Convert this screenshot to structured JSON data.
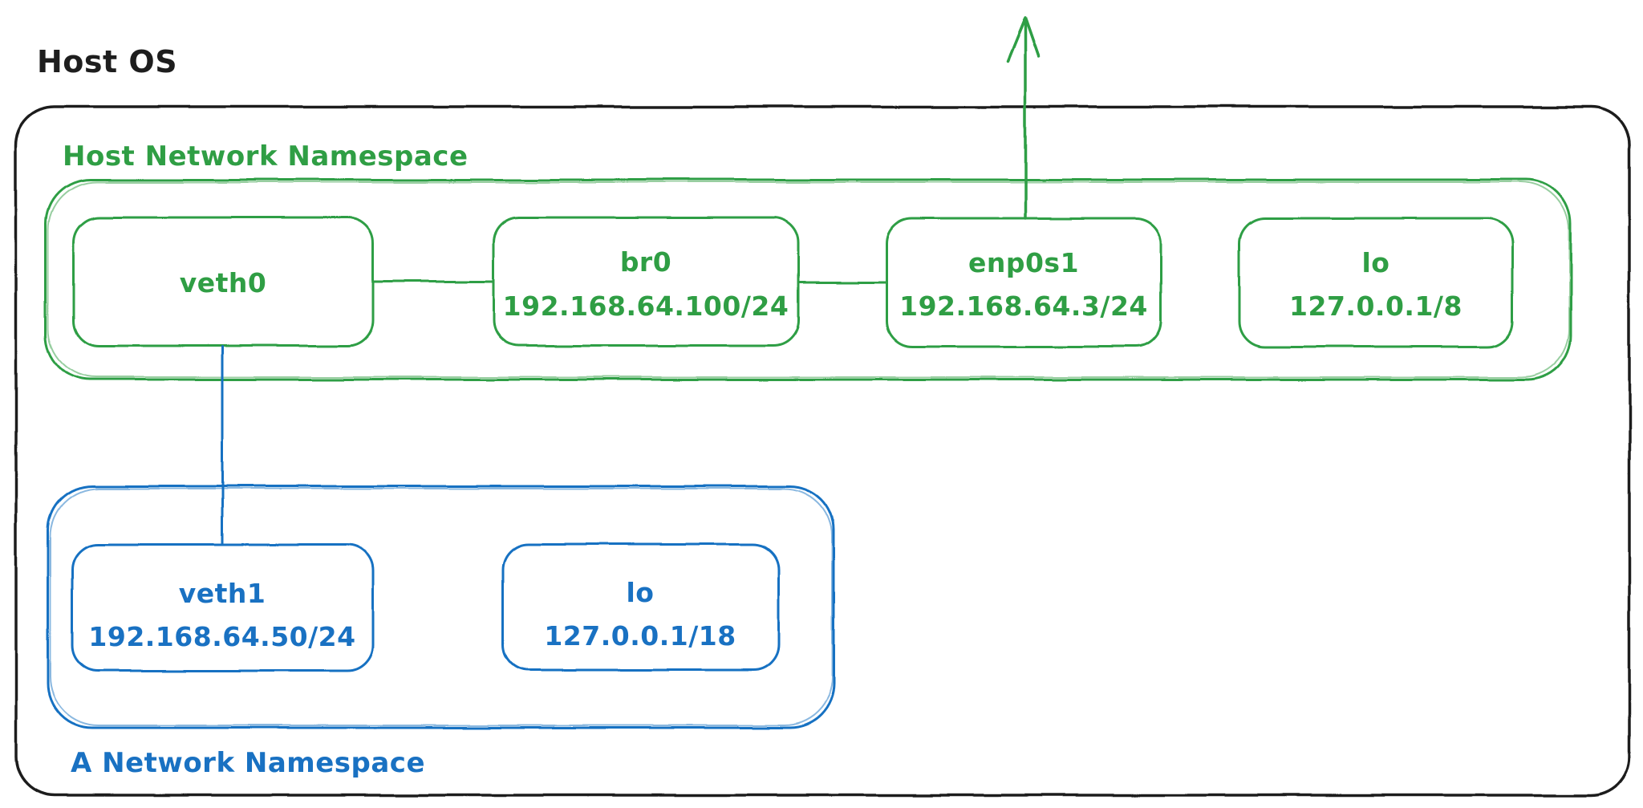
{
  "colors": {
    "black": "#1e1e1e",
    "green": "#2f9e44",
    "blue": "#1971c2",
    "background": "#ffffff"
  },
  "host_os": {
    "label": "Host OS"
  },
  "host_namespace": {
    "label": "Host Network Namespace",
    "nodes": [
      {
        "name": "veth0",
        "ip": ""
      },
      {
        "name": "br0",
        "ip": "192.168.64.100/24"
      },
      {
        "name": "enp0s1",
        "ip": "192.168.64.3/24"
      },
      {
        "name": "lo",
        "ip": "127.0.0.1/8"
      }
    ]
  },
  "a_namespace": {
    "label": "A Network Namespace",
    "nodes": [
      {
        "name": "veth1",
        "ip": "192.168.64.50/24"
      },
      {
        "name": "lo",
        "ip": "127.0.0.1/18"
      }
    ]
  },
  "connections": [
    {
      "from": "veth0",
      "to": "br0",
      "style": "line",
      "color": "green"
    },
    {
      "from": "br0",
      "to": "enp0s1",
      "style": "line",
      "color": "green"
    },
    {
      "from": "veth0",
      "to": "veth1",
      "style": "line",
      "color": "blue"
    },
    {
      "from": "enp0s1",
      "to": "external",
      "style": "arrow-up",
      "color": "green"
    }
  ]
}
